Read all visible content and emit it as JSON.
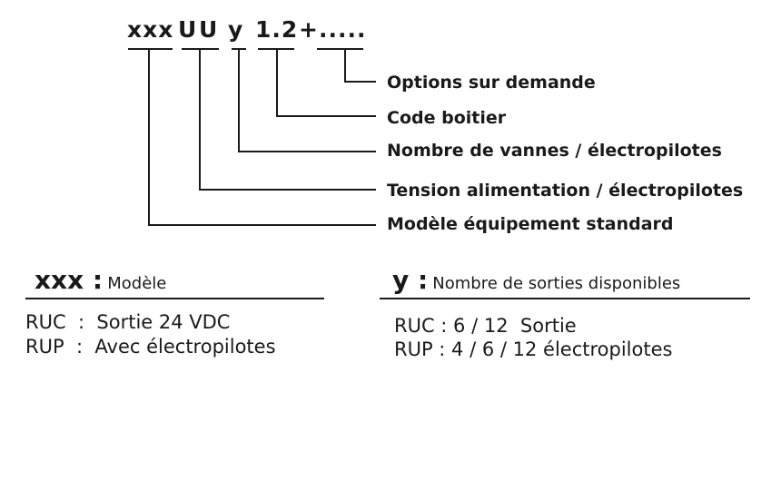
{
  "code": {
    "xxx": "xxx",
    "u1": "U",
    "u2": "U",
    "y": "y",
    "box": "1.2",
    "plus": "+",
    "dots": "....."
  },
  "annotations": [
    "Options sur demande",
    "Code boitier",
    "Nombre de vannes / électropilotes",
    "Tension alimentation / électropilotes",
    "Modèle équipement standard"
  ],
  "left_section": {
    "key": "xxx :",
    "label": "Modèle",
    "lines": [
      "RUC  :  Sortie 24 VDC",
      "RUP  :  Avec électropilotes"
    ]
  },
  "right_section": {
    "key": "y :",
    "label": "Nombre de sorties disponibles",
    "lines": [
      "RUC : 6 / 12  Sortie",
      "RUP : 4 / 6 / 12 électropilotes"
    ]
  },
  "colors": {
    "text": "#1a1a1a",
    "line": "#1a1a1a"
  }
}
